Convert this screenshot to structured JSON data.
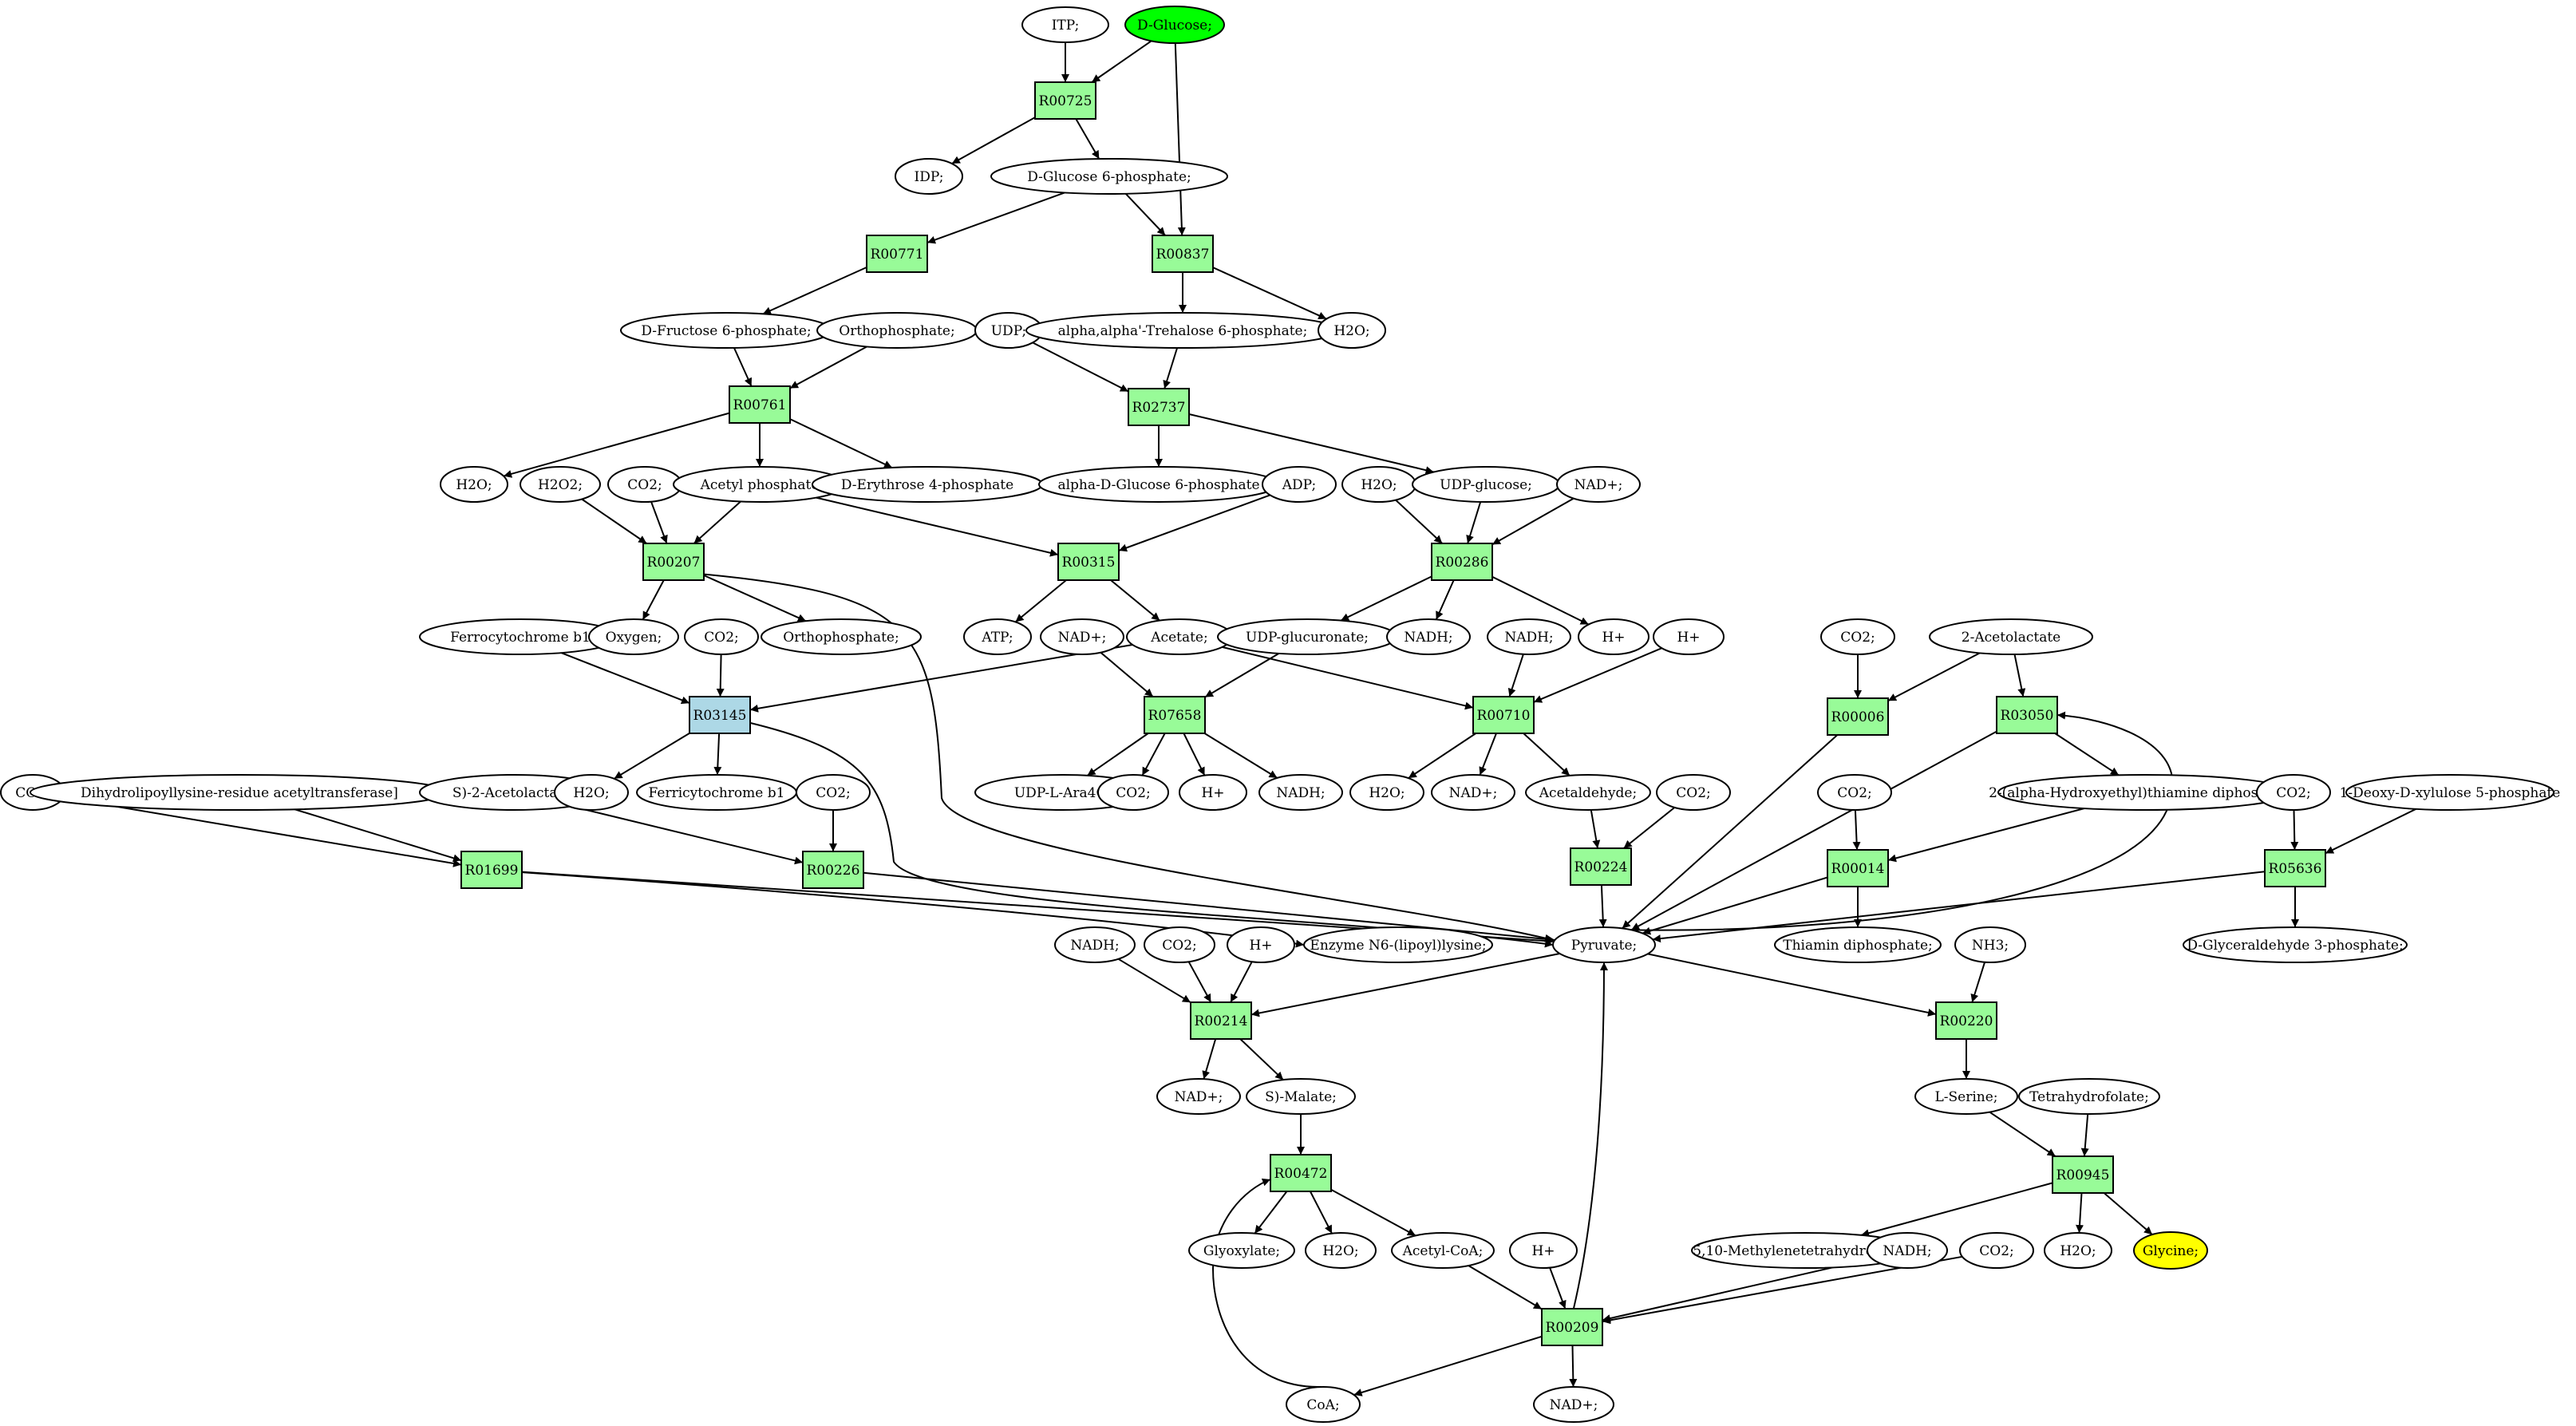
{
  "colors": {
    "reaction": "#98fb98",
    "reaction_highlight": "#add8e6",
    "compound": "#ffffff",
    "source": "#00ff00",
    "target": "#ffff00",
    "line": "#000000"
  },
  "nodes": [
    {
      "id": "itp1",
      "label": "ITP;",
      "kind": "compound"
    },
    {
      "id": "dglc",
      "label": "D-Glucose;",
      "kind": "source"
    },
    {
      "id": "R00725",
      "label": "R00725",
      "kind": "reaction"
    },
    {
      "id": "idp",
      "label": "IDP;",
      "kind": "compound"
    },
    {
      "id": "g6p",
      "label": "D-Glucose 6-phosphate;",
      "kind": "compound"
    },
    {
      "id": "R00771",
      "label": "R00771",
      "kind": "reaction"
    },
    {
      "id": "R00837",
      "label": "R00837",
      "kind": "reaction"
    },
    {
      "id": "f6p",
      "label": "D-Fructose 6-phosphate;",
      "kind": "compound"
    },
    {
      "id": "orth1",
      "label": "Orthophosphate;",
      "kind": "compound"
    },
    {
      "id": "udp",
      "label": "UDP;",
      "kind": "compound"
    },
    {
      "id": "tre6p",
      "label": "alpha,alpha'-Trehalose 6-phosphate;",
      "kind": "compound"
    },
    {
      "id": "h2o_a",
      "label": "H2O;",
      "kind": "compound"
    },
    {
      "id": "R00761",
      "label": "R00761",
      "kind": "reaction"
    },
    {
      "id": "R02737",
      "label": "R02737",
      "kind": "reaction"
    },
    {
      "id": "h2o_b",
      "label": "H2O;",
      "kind": "compound"
    },
    {
      "id": "h2o2",
      "label": "H2O2;",
      "kind": "compound"
    },
    {
      "id": "co2_a",
      "label": "CO2;",
      "kind": "compound"
    },
    {
      "id": "acp",
      "label": "Acetyl phosphate",
      "kind": "compound"
    },
    {
      "id": "e4p",
      "label": "D-Erythrose 4-phosphate",
      "kind": "compound"
    },
    {
      "id": "ag1p",
      "label": "alpha-D-Glucose 6-phosphate",
      "kind": "compound"
    },
    {
      "id": "adp",
      "label": "ADP;",
      "kind": "compound"
    },
    {
      "id": "h2o_c",
      "label": "H2O;",
      "kind": "compound"
    },
    {
      "id": "udpglc",
      "label": "UDP-glucose;",
      "kind": "compound"
    },
    {
      "id": "nadp_a",
      "label": "NAD+;",
      "kind": "compound"
    },
    {
      "id": "R00207",
      "label": "R00207",
      "kind": "reaction"
    },
    {
      "id": "R00315",
      "label": "R00315",
      "kind": "reaction"
    },
    {
      "id": "R00286",
      "label": "R00286",
      "kind": "reaction"
    },
    {
      "id": "ferro",
      "label": "Ferrocytochrome b1",
      "kind": "compound"
    },
    {
      "id": "co2_b",
      "label": "CO2;",
      "kind": "compound"
    },
    {
      "id": "oxy",
      "label": "Oxygen;",
      "kind": "compound"
    },
    {
      "id": "orth2",
      "label": "Orthophosphate;",
      "kind": "compound"
    },
    {
      "id": "atp",
      "label": "ATP;",
      "kind": "compound"
    },
    {
      "id": "nadp_b",
      "label": "NAD+;",
      "kind": "compound"
    },
    {
      "id": "acet",
      "label": "Acetate;",
      "kind": "compound"
    },
    {
      "id": "udpgla",
      "label": "UDP-glucuronate;",
      "kind": "compound"
    },
    {
      "id": "nadh_a",
      "label": "NADH;",
      "kind": "compound"
    },
    {
      "id": "nadh_b",
      "label": "NADH;",
      "kind": "compound"
    },
    {
      "id": "hp_a",
      "label": "H+",
      "kind": "compound"
    },
    {
      "id": "hp_b",
      "label": "H+",
      "kind": "compound"
    },
    {
      "id": "co2_c",
      "label": "CO2;",
      "kind": "compound"
    },
    {
      "id": "acl",
      "label": "2-Acetolactate",
      "kind": "compound"
    },
    {
      "id": "R03145",
      "label": "R03145",
      "kind": "reaction_highlight"
    },
    {
      "id": "R07658",
      "label": "R07658",
      "kind": "reaction"
    },
    {
      "id": "R00710",
      "label": "R00710",
      "kind": "reaction"
    },
    {
      "id": "R00006",
      "label": "R00006",
      "kind": "reaction"
    },
    {
      "id": "R03050",
      "label": "R03050",
      "kind": "reaction"
    },
    {
      "id": "co2_d",
      "label": "CO2;",
      "kind": "compound"
    },
    {
      "id": "dihydro",
      "label": "Dihydrolipoyllysine-residue acetyltransferase]",
      "kind": "compound"
    },
    {
      "id": "sacl",
      "label": "S)-2-Acetolactate;",
      "kind": "compound"
    },
    {
      "id": "co2_e",
      "label": "CO2;",
      "kind": "compound"
    },
    {
      "id": "h2o_d",
      "label": "H2O;",
      "kind": "compound"
    },
    {
      "id": "ferri",
      "label": "Ferricytochrome b1",
      "kind": "compound"
    },
    {
      "id": "udpara",
      "label": "UDP-L-Ara4O;",
      "kind": "compound"
    },
    {
      "id": "co2_f",
      "label": "CO2;",
      "kind": "compound"
    },
    {
      "id": "hp_c",
      "label": "H+",
      "kind": "compound"
    },
    {
      "id": "nadh_c",
      "label": "NADH;",
      "kind": "compound"
    },
    {
      "id": "h2o_e",
      "label": "H2O;",
      "kind": "compound"
    },
    {
      "id": "nadp_c",
      "label": "NAD+;",
      "kind": "compound"
    },
    {
      "id": "acald",
      "label": "Acetaldehyde;",
      "kind": "compound"
    },
    {
      "id": "co2_g",
      "label": "CO2;",
      "kind": "compound"
    },
    {
      "id": "co2_h",
      "label": "CO2;",
      "kind": "compound"
    },
    {
      "id": "hetdp",
      "label": "2-(alpha-Hydroxyethyl)thiamine diphosphate;",
      "kind": "compound"
    },
    {
      "id": "co2_i",
      "label": "CO2;",
      "kind": "compound"
    },
    {
      "id": "dxp",
      "label": "1-Deoxy-D-xylulose 5-phosphate",
      "kind": "compound"
    },
    {
      "id": "R01699",
      "label": "R01699",
      "kind": "reaction"
    },
    {
      "id": "R00226",
      "label": "R00226",
      "kind": "reaction"
    },
    {
      "id": "R00224",
      "label": "R00224",
      "kind": "reaction"
    },
    {
      "id": "R00014",
      "label": "R00014",
      "kind": "reaction"
    },
    {
      "id": "R05636",
      "label": "R05636",
      "kind": "reaction"
    },
    {
      "id": "nadh_d",
      "label": "NADH;",
      "kind": "compound"
    },
    {
      "id": "co2_j",
      "label": "CO2;",
      "kind": "compound"
    },
    {
      "id": "hp_d",
      "label": "H+",
      "kind": "compound"
    },
    {
      "id": "enz",
      "label": "Enzyme N6-(lipoyl)lysine;",
      "kind": "compound"
    },
    {
      "id": "pyr",
      "label": "Pyruvate;",
      "kind": "compound"
    },
    {
      "id": "thdp",
      "label": "Thiamin diphosphate;",
      "kind": "compound"
    },
    {
      "id": "nh3",
      "label": "NH3;",
      "kind": "compound"
    },
    {
      "id": "gap",
      "label": "D-Glyceraldehyde 3-phosphate;",
      "kind": "compound"
    },
    {
      "id": "R00214",
      "label": "R00214",
      "kind": "reaction"
    },
    {
      "id": "R00220",
      "label": "R00220",
      "kind": "reaction"
    },
    {
      "id": "nadp_d",
      "label": "NAD+;",
      "kind": "compound"
    },
    {
      "id": "smal",
      "label": "S)-Malate;",
      "kind": "compound"
    },
    {
      "id": "lser",
      "label": "L-Serine;",
      "kind": "compound"
    },
    {
      "id": "thf",
      "label": "Tetrahydrofolate;",
      "kind": "compound"
    },
    {
      "id": "R00472",
      "label": "R00472",
      "kind": "reaction"
    },
    {
      "id": "R00945",
      "label": "R00945",
      "kind": "reaction"
    },
    {
      "id": "glyox",
      "label": "Glyoxylate;",
      "kind": "compound"
    },
    {
      "id": "h2o_f",
      "label": "H2O;",
      "kind": "compound"
    },
    {
      "id": "acoa",
      "label": "Acetyl-CoA;",
      "kind": "compound"
    },
    {
      "id": "hp_e",
      "label": "H+",
      "kind": "compound"
    },
    {
      "id": "mthf",
      "label": "5,10-Methylenetetrahydrofolate;",
      "kind": "compound"
    },
    {
      "id": "nadh_e",
      "label": "NADH;",
      "kind": "compound"
    },
    {
      "id": "co2_k",
      "label": "CO2;",
      "kind": "compound"
    },
    {
      "id": "h2o_g",
      "label": "H2O;",
      "kind": "compound"
    },
    {
      "id": "gly",
      "label": "Glycine;",
      "kind": "target"
    },
    {
      "id": "R00209",
      "label": "R00209",
      "kind": "reaction"
    },
    {
      "id": "coa",
      "label": "CoA;",
      "kind": "compound"
    },
    {
      "id": "nadp_e",
      "label": "NAD+;",
      "kind": "compound"
    }
  ],
  "edges": [
    [
      "itp1",
      "R00725"
    ],
    [
      "dglc",
      "R00725"
    ],
    [
      "dglc",
      "R00837"
    ],
    [
      "R00725",
      "idp"
    ],
    [
      "R00725",
      "g6p"
    ],
    [
      "g6p",
      "R00771"
    ],
    [
      "g6p",
      "R00837"
    ],
    [
      "R00771",
      "f6p"
    ],
    [
      "R00837",
      "tre6p"
    ],
    [
      "R00837",
      "h2o_a"
    ],
    [
      "f6p",
      "R00761"
    ],
    [
      "orth1",
      "R00761"
    ],
    [
      "udp",
      "R02737"
    ],
    [
      "tre6p",
      "R02737"
    ],
    [
      "R00761",
      "h2o_b"
    ],
    [
      "R00761",
      "acp"
    ],
    [
      "R00761",
      "e4p"
    ],
    [
      "R02737",
      "ag1p"
    ],
    [
      "R02737",
      "udpglc"
    ],
    [
      "h2o2",
      "R00207"
    ],
    [
      "co2_a",
      "R00207"
    ],
    [
      "acp",
      "R00207"
    ],
    [
      "acp",
      "R00315"
    ],
    [
      "adp",
      "R00315"
    ],
    [
      "h2o_c",
      "R00286"
    ],
    [
      "udpglc",
      "R00286"
    ],
    [
      "nadp_a",
      "R00286"
    ],
    [
      "R00207",
      "oxy"
    ],
    [
      "R00207",
      "orth2"
    ],
    [
      "R00207",
      "pyr"
    ],
    [
      "R00315",
      "atp"
    ],
    [
      "R00315",
      "acet"
    ],
    [
      "R00286",
      "udpgla"
    ],
    [
      "R00286",
      "nadh_a"
    ],
    [
      "R00286",
      "hp_a"
    ],
    [
      "ferro",
      "R03145"
    ],
    [
      "co2_b",
      "R03145"
    ],
    [
      "acet",
      "R03145"
    ],
    [
      "nadp_b",
      "R07658"
    ],
    [
      "udpgla",
      "R07658"
    ],
    [
      "acet",
      "R00710"
    ],
    [
      "nadh_b",
      "R00710"
    ],
    [
      "hp_b",
      "R00710"
    ],
    [
      "co2_c",
      "R00006"
    ],
    [
      "acl",
      "R00006"
    ],
    [
      "acl",
      "R03050"
    ],
    [
      "R03145",
      "h2o_d"
    ],
    [
      "R03145",
      "ferri"
    ],
    [
      "R03145",
      "pyr"
    ],
    [
      "R07658",
      "udpara"
    ],
    [
      "R07658",
      "co2_f"
    ],
    [
      "R07658",
      "hp_c"
    ],
    [
      "R07658",
      "nadh_c"
    ],
    [
      "R00710",
      "h2o_e"
    ],
    [
      "R00710",
      "nadp_c"
    ],
    [
      "R00710",
      "acald"
    ],
    [
      "R00006",
      "pyr"
    ],
    [
      "R03050",
      "pyr"
    ],
    [
      "R03050",
      "hetdp"
    ],
    [
      "co2_d",
      "R01699"
    ],
    [
      "dihydro",
      "R01699"
    ],
    [
      "sacl",
      "R00226"
    ],
    [
      "co2_e",
      "R00226"
    ],
    [
      "acald",
      "R00224"
    ],
    [
      "co2_g",
      "R00224"
    ],
    [
      "co2_h",
      "R00014"
    ],
    [
      "hetdp",
      "R00014"
    ],
    [
      "co2_i",
      "R05636"
    ],
    [
      "dxp",
      "R05636"
    ],
    [
      "R01699",
      "pyr"
    ],
    [
      "R01699",
      "enz"
    ],
    [
      "R00226",
      "pyr"
    ],
    [
      "R00224",
      "pyr"
    ],
    [
      "R00014",
      "pyr"
    ],
    [
      "R00014",
      "thdp"
    ],
    [
      "R05636",
      "pyr"
    ],
    [
      "R05636",
      "gap"
    ],
    [
      "pyr",
      "R00214"
    ],
    [
      "pyr",
      "R00220"
    ],
    [
      "pyr",
      "R03050"
    ],
    [
      "nadh_d",
      "R00214"
    ],
    [
      "co2_j",
      "R00214"
    ],
    [
      "hp_d",
      "R00214"
    ],
    [
      "nh3",
      "R00220"
    ],
    [
      "R00214",
      "nadp_d"
    ],
    [
      "R00214",
      "smal"
    ],
    [
      "R00220",
      "lser"
    ],
    [
      "smal",
      "R00472"
    ],
    [
      "lser",
      "R00945"
    ],
    [
      "thf",
      "R00945"
    ],
    [
      "R00472",
      "glyox"
    ],
    [
      "R00472",
      "h2o_f"
    ],
    [
      "R00472",
      "acoa"
    ],
    [
      "R00945",
      "mthf"
    ],
    [
      "R00945",
      "h2o_g"
    ],
    [
      "R00945",
      "gly"
    ],
    [
      "acoa",
      "R00209"
    ],
    [
      "hp_e",
      "R00209"
    ],
    [
      "nadh_e",
      "R00209"
    ],
    [
      "co2_k",
      "R00209"
    ],
    [
      "R00209",
      "pyr"
    ],
    [
      "R00209",
      "coa"
    ],
    [
      "R00209",
      "nadp_e"
    ],
    [
      "coa",
      "R00472"
    ]
  ]
}
